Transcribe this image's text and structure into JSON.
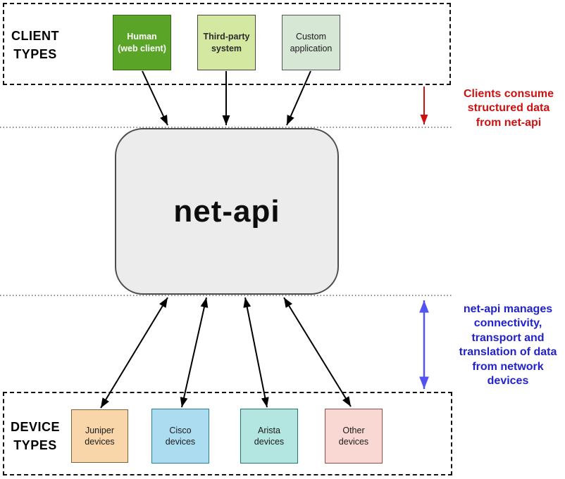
{
  "client_section": {
    "label": "CLIENT\nTYPES",
    "boxes": [
      {
        "label": "Human\n(web client)",
        "fill": "#5aa428",
        "border": "#2d6a12",
        "text_color": "#ffffff"
      },
      {
        "label": "Third-party\nsystem",
        "fill": "#d5e8a2",
        "border": "#444444",
        "text_color": "#2b2b2b"
      },
      {
        "label": "Custom\napplication",
        "fill": "#d7e7d6",
        "border": "#555555",
        "text_color": "#1a1a1a"
      }
    ]
  },
  "core": {
    "label": "net-api",
    "fill": "#ececec",
    "border": "#4d4d4d"
  },
  "device_section": {
    "label": "DEVICE\nTYPES",
    "boxes": [
      {
        "label": "Juniper\ndevices",
        "fill": "#f8d6a9",
        "border": "#7d6338"
      },
      {
        "label": "Cisco\ndevices",
        "fill": "#abdcf0",
        "border": "#2a7fa5"
      },
      {
        "label": "Arista\ndevices",
        "fill": "#b3e6e0",
        "border": "#1e7a6e"
      },
      {
        "label": "Other\ndevices",
        "fill": "#f9d8d3",
        "border": "#9e4a44"
      }
    ]
  },
  "annotations": {
    "clients": {
      "text": "Clients consume\nstructured data\nfrom net-api",
      "color": "#cc1111"
    },
    "devices": {
      "text": "net-api manages\nconnectivity,\ntransport and\ntranslation of data\nfrom network\ndevices",
      "color": "#2222cc"
    }
  }
}
